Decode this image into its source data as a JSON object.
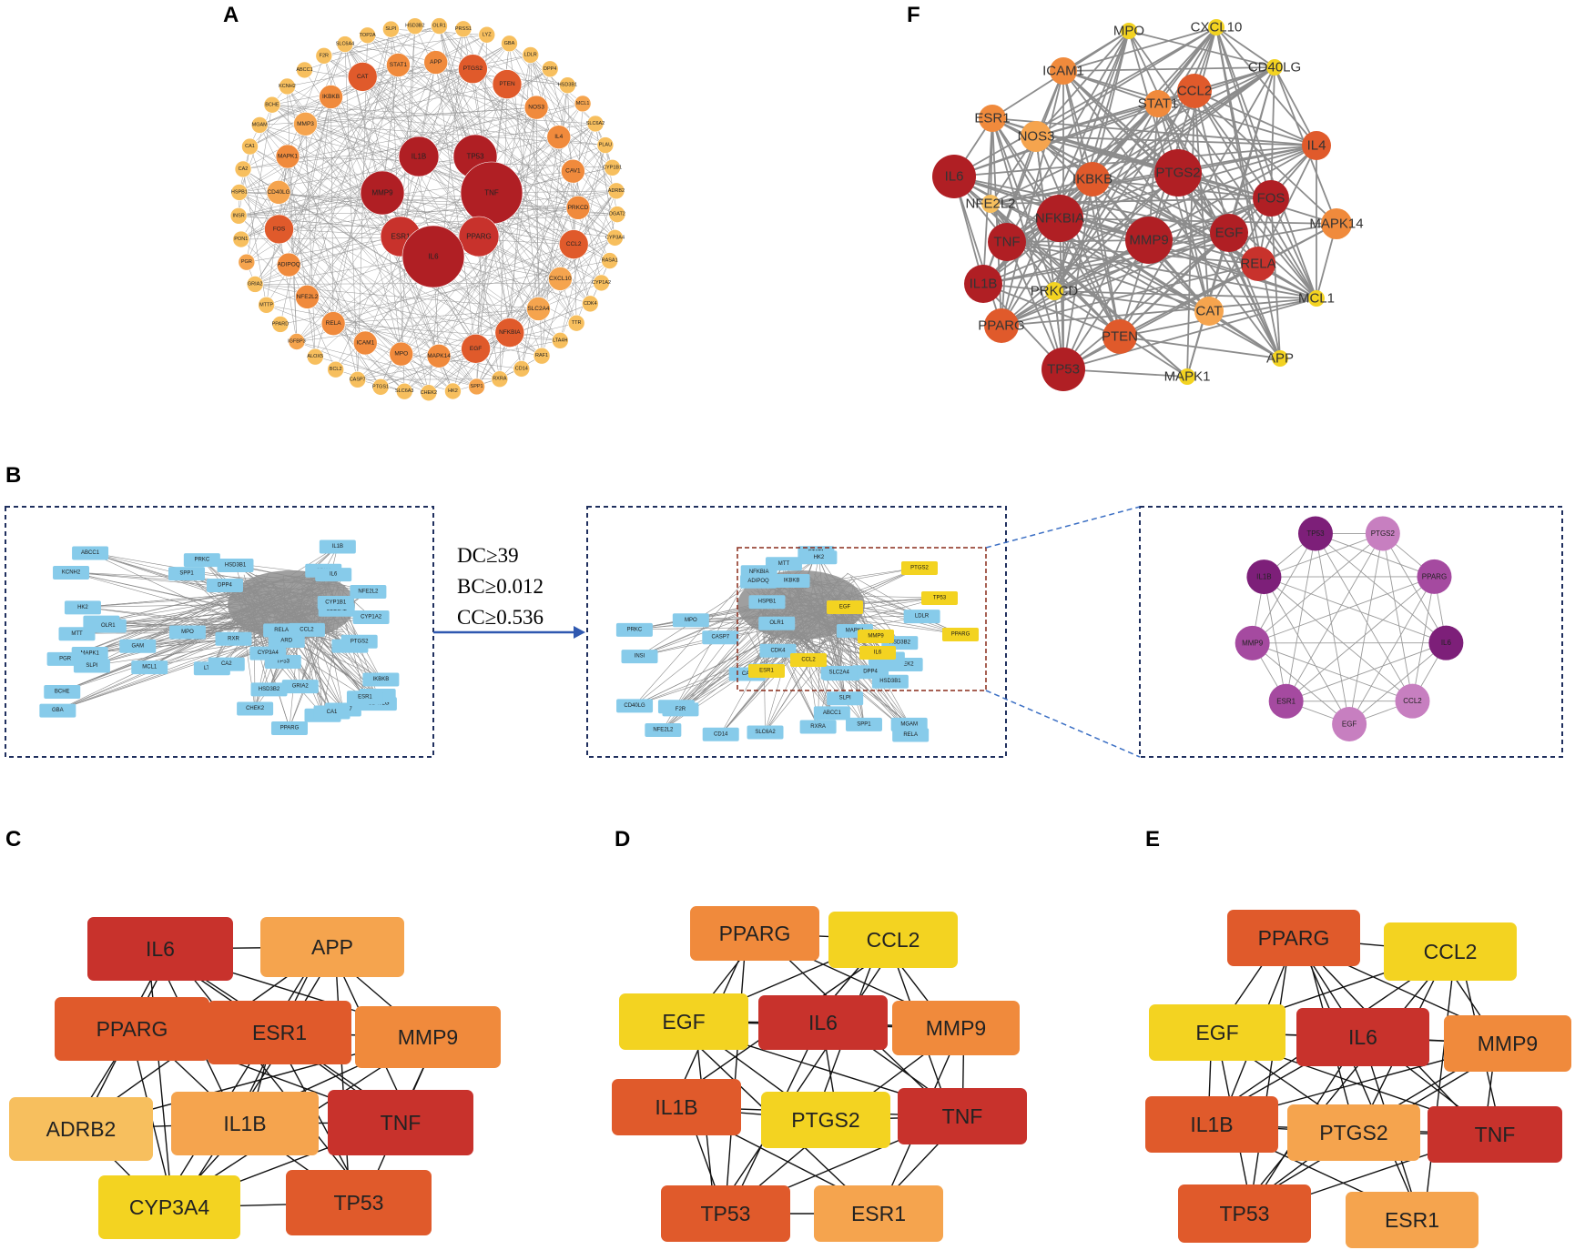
{
  "panel_letters": {
    "a": "A",
    "b": "B",
    "c": "C",
    "d": "D",
    "e": "E",
    "f": "F"
  },
  "colors": {
    "dark_red": "#b01f24",
    "red": "#c8322c",
    "orange_red": "#e05a2b",
    "orange": "#f08a3c",
    "light_orange": "#f5a44e",
    "pale_orange": "#f7bf5e",
    "yellow": "#f3d321",
    "box_blue": "#87cbea",
    "dashed_frame": "#1f2f5e",
    "purple_dark": "#7d1f79",
    "purple": "#a54aa0",
    "purple_light": "#c77fc0"
  },
  "panel_a": {
    "core": [
      {
        "label": "IL1B",
        "tier": "dark_red"
      },
      {
        "label": "TP53",
        "tier": "dark_red"
      },
      {
        "label": "MMP9",
        "tier": "dark_red"
      },
      {
        "label": "TNF",
        "tier": "dark_red"
      },
      {
        "label": "ESR1",
        "tier": "red"
      },
      {
        "label": "PPARG",
        "tier": "red"
      },
      {
        "label": "IL6",
        "tier": "dark_red"
      }
    ],
    "middle": [
      {
        "label": "CAT",
        "tier": "orange_red"
      },
      {
        "label": "STAT1",
        "tier": "orange"
      },
      {
        "label": "APP",
        "tier": "orange"
      },
      {
        "label": "PTGS2",
        "tier": "orange_red"
      },
      {
        "label": "PTEN",
        "tier": "orange_red"
      },
      {
        "label": "NOS3",
        "tier": "orange"
      },
      {
        "label": "IL4",
        "tier": "orange"
      },
      {
        "label": "CAV1",
        "tier": "orange"
      },
      {
        "label": "PRKCD",
        "tier": "orange"
      },
      {
        "label": "CCL2",
        "tier": "orange_red"
      },
      {
        "label": "CXCL10",
        "tier": "light_orange"
      },
      {
        "label": "SLC2A4",
        "tier": "light_orange"
      },
      {
        "label": "NFKBIA",
        "tier": "orange_red"
      },
      {
        "label": "EGF",
        "tier": "orange_red"
      },
      {
        "label": "MAPK14",
        "tier": "orange"
      },
      {
        "label": "MPO",
        "tier": "orange"
      },
      {
        "label": "ICAM1",
        "tier": "orange"
      },
      {
        "label": "RELA",
        "tier": "orange"
      },
      {
        "label": "NFE2L2",
        "tier": "orange"
      },
      {
        "label": "ADIPOQ",
        "tier": "orange"
      },
      {
        "label": "FOS",
        "tier": "orange_red"
      },
      {
        "label": "CD40LG",
        "tier": "light_orange"
      },
      {
        "label": "MAPK1",
        "tier": "orange"
      },
      {
        "label": "MMP3",
        "tier": "light_orange"
      },
      {
        "label": "IKBKB",
        "tier": "orange"
      }
    ],
    "outer": [
      {
        "label": "OLR1",
        "tier": "pale_orange"
      },
      {
        "label": "PRSS1",
        "tier": "pale_orange"
      },
      {
        "label": "LYZ",
        "tier": "pale_orange"
      },
      {
        "label": "GBA",
        "tier": "pale_orange"
      },
      {
        "label": "LDLR",
        "tier": "pale_orange"
      },
      {
        "label": "DPP4",
        "tier": "pale_orange"
      },
      {
        "label": "HSD3B1",
        "tier": "pale_orange"
      },
      {
        "label": "MCL1",
        "tier": "light_orange"
      },
      {
        "label": "SLC6A2",
        "tier": "pale_orange"
      },
      {
        "label": "PLAU",
        "tier": "pale_orange"
      },
      {
        "label": "CYP1B1",
        "tier": "pale_orange"
      },
      {
        "label": "ADRB2",
        "tier": "pale_orange"
      },
      {
        "label": "DGAT2",
        "tier": "pale_orange"
      },
      {
        "label": "CYP3A4",
        "tier": "pale_orange"
      },
      {
        "label": "RASA1",
        "tier": "pale_orange"
      },
      {
        "label": "CYP1A2",
        "tier": "pale_orange"
      },
      {
        "label": "CDK4",
        "tier": "pale_orange"
      },
      {
        "label": "TTR",
        "tier": "pale_orange"
      },
      {
        "label": "LTA4H",
        "tier": "pale_orange"
      },
      {
        "label": "RAF1",
        "tier": "pale_orange"
      },
      {
        "label": "CD14",
        "tier": "pale_orange"
      },
      {
        "label": "RXRA",
        "tier": "pale_orange"
      },
      {
        "label": "SPP1",
        "tier": "light_orange"
      },
      {
        "label": "HK2",
        "tier": "pale_orange"
      },
      {
        "label": "CHEK2",
        "tier": "pale_orange"
      },
      {
        "label": "SLC6A3",
        "tier": "pale_orange"
      },
      {
        "label": "PTGS1",
        "tier": "pale_orange"
      },
      {
        "label": "CASP7",
        "tier": "pale_orange"
      },
      {
        "label": "BCL2",
        "tier": "pale_orange"
      },
      {
        "label": "ALOX5",
        "tier": "pale_orange"
      },
      {
        "label": "IGFBP3",
        "tier": "light_orange"
      },
      {
        "label": "PPARD",
        "tier": "pale_orange"
      },
      {
        "label": "MTTP",
        "tier": "pale_orange"
      },
      {
        "label": "GRIA2",
        "tier": "pale_orange"
      },
      {
        "label": "PGR",
        "tier": "light_orange"
      },
      {
        "label": "PON1",
        "tier": "pale_orange"
      },
      {
        "label": "INSR",
        "tier": "pale_orange"
      },
      {
        "label": "HSPB1",
        "tier": "pale_orange"
      },
      {
        "label": "CA2",
        "tier": "pale_orange"
      },
      {
        "label": "CA1",
        "tier": "pale_orange"
      },
      {
        "label": "MGAM",
        "tier": "pale_orange"
      },
      {
        "label": "BCHE",
        "tier": "pale_orange"
      },
      {
        "label": "KCNH2",
        "tier": "pale_orange"
      },
      {
        "label": "ABCC1",
        "tier": "pale_orange"
      },
      {
        "label": "F2R",
        "tier": "pale_orange"
      },
      {
        "label": "SLC6A4",
        "tier": "pale_orange"
      },
      {
        "label": "TOP2A",
        "tier": "pale_orange"
      },
      {
        "label": "SLPI",
        "tier": "pale_orange"
      },
      {
        "label": "HSD3B2",
        "tier": "pale_orange"
      }
    ]
  },
  "panel_b": {
    "criteria": [
      "DC≥39",
      "BC≥0.012",
      "CC≥0.536"
    ],
    "left_boxes": [
      "CASP7",
      "CDK4",
      "LTA4H",
      "SLC6A2",
      "BCL2",
      "ARD",
      "MCL1",
      "RELA",
      "PTGS2",
      "MTT",
      "NFE2L2",
      "PRKC",
      "CHEK2",
      "ABCC1",
      "IL1B",
      "RXR",
      "MAPK1",
      "DPP4",
      "TP53",
      "IL6",
      "IKBKB",
      "GAM",
      "GRIA2",
      "CD40LG",
      "PGR",
      "MPO",
      "GBA",
      "IGFBP3",
      "PPARG",
      "EGF",
      "SLPI",
      "CYP1B1",
      "CD14",
      "BCHE",
      "CCL2",
      "ESR1",
      "KCNH2",
      "CA1",
      "HK2",
      "CYP3A4",
      "HSD3B2",
      "OLR1",
      "SPP1",
      "CYP1A2",
      "HSD3B1",
      "CA2"
    ],
    "middle_boxes": [
      "CDK4",
      "LTA4H",
      "SLC6A2",
      "BCL2",
      "PTEN",
      "RELA",
      "STAT1",
      "MTT",
      "NFE2L2",
      "PRKC",
      "CHEK2",
      "DPP4",
      "ABCC1",
      "MGAM",
      "CASP7",
      "INSI",
      "MAPK1",
      "NFKBIA",
      "IKBKB",
      "LDLR",
      "SLC2A4",
      "F2R",
      "CD40LG",
      "SPP1",
      "RXRA",
      "SLPI",
      "CD14",
      "HSPB1",
      "HK2",
      "ADIPOQ",
      "CAT",
      "MPO",
      "OLR1",
      "HSD3B2",
      "HSD3B1",
      "CA2"
    ],
    "highlighted": [
      "PTGS2",
      "EGF",
      "TP53",
      "MMP9",
      "IL6",
      "PPARG",
      "ESR1",
      "CCL2"
    ],
    "ring": [
      {
        "label": "TP53",
        "tier": "purple_dark"
      },
      {
        "label": "PTGS2",
        "tier": "purple_light"
      },
      {
        "label": "PPARG",
        "tier": "purple"
      },
      {
        "label": "IL6",
        "tier": "purple_dark"
      },
      {
        "label": "CCL2",
        "tier": "purple_light"
      },
      {
        "label": "EGF",
        "tier": "purple_light"
      },
      {
        "label": "ESR1",
        "tier": "purple"
      },
      {
        "label": "MMP9",
        "tier": "purple"
      },
      {
        "label": "IL1B",
        "tier": "purple_dark"
      }
    ]
  },
  "panel_c": [
    {
      "label": "IL6",
      "tier": "red"
    },
    {
      "label": "APP",
      "tier": "light_orange"
    },
    {
      "label": "PPARG",
      "tier": "orange_red"
    },
    {
      "label": "ESR1",
      "tier": "orange_red"
    },
    {
      "label": "MMP9",
      "tier": "orange"
    },
    {
      "label": "ADRB2",
      "tier": "pale_orange"
    },
    {
      "label": "IL1B",
      "tier": "light_orange"
    },
    {
      "label": "TNF",
      "tier": "red"
    },
    {
      "label": "CYP3A4",
      "tier": "yellow"
    },
    {
      "label": "TP53",
      "tier": "orange_red"
    }
  ],
  "panel_d": [
    {
      "label": "PPARG",
      "tier": "orange"
    },
    {
      "label": "CCL2",
      "tier": "yellow"
    },
    {
      "label": "EGF",
      "tier": "yellow"
    },
    {
      "label": "IL6",
      "tier": "red"
    },
    {
      "label": "MMP9",
      "tier": "orange"
    },
    {
      "label": "IL1B",
      "tier": "orange_red"
    },
    {
      "label": "PTGS2",
      "tier": "yellow"
    },
    {
      "label": "TNF",
      "tier": "red"
    },
    {
      "label": "TP53",
      "tier": "orange_red"
    },
    {
      "label": "ESR1",
      "tier": "light_orange"
    }
  ],
  "panel_e": [
    {
      "label": "PPARG",
      "tier": "orange_red"
    },
    {
      "label": "CCL2",
      "tier": "yellow"
    },
    {
      "label": "EGF",
      "tier": "yellow"
    },
    {
      "label": "IL6",
      "tier": "red"
    },
    {
      "label": "MMP9",
      "tier": "orange"
    },
    {
      "label": "IL1B",
      "tier": "orange_red"
    },
    {
      "label": "PTGS2",
      "tier": "light_orange"
    },
    {
      "label": "TNF",
      "tier": "red"
    },
    {
      "label": "TP53",
      "tier": "orange_red"
    },
    {
      "label": "ESR1",
      "tier": "light_orange"
    }
  ],
  "panel_f": [
    {
      "label": "MPO",
      "tier": "yellow"
    },
    {
      "label": "CXCL10",
      "tier": "yellow"
    },
    {
      "label": "ICAM1",
      "tier": "orange"
    },
    {
      "label": "CD40LG",
      "tier": "yellow"
    },
    {
      "label": "STAT1",
      "tier": "orange"
    },
    {
      "label": "CCL2",
      "tier": "orange_red"
    },
    {
      "label": "ESR1",
      "tier": "orange"
    },
    {
      "label": "NOS3",
      "tier": "light_orange"
    },
    {
      "label": "IL4",
      "tier": "orange_red"
    },
    {
      "label": "IL6",
      "tier": "dark_red"
    },
    {
      "label": "IKBKB",
      "tier": "orange_red"
    },
    {
      "label": "PTGS2",
      "tier": "dark_red"
    },
    {
      "label": "NFE2L2",
      "tier": "pale_orange"
    },
    {
      "label": "FOS",
      "tier": "dark_red"
    },
    {
      "label": "NFKBIA",
      "tier": "dark_red"
    },
    {
      "label": "EGF",
      "tier": "dark_red"
    },
    {
      "label": "MAPK14",
      "tier": "orange"
    },
    {
      "label": "TNF",
      "tier": "dark_red"
    },
    {
      "label": "MMP9",
      "tier": "dark_red"
    },
    {
      "label": "RELA",
      "tier": "red"
    },
    {
      "label": "IL1B",
      "tier": "dark_red"
    },
    {
      "label": "PRKCD",
      "tier": "yellow"
    },
    {
      "label": "MCL1",
      "tier": "yellow"
    },
    {
      "label": "CAT",
      "tier": "light_orange"
    },
    {
      "label": "PPARG",
      "tier": "orange_red"
    },
    {
      "label": "PTEN",
      "tier": "orange_red"
    },
    {
      "label": "TP53",
      "tier": "dark_red"
    },
    {
      "label": "APP",
      "tier": "yellow"
    },
    {
      "label": "MAPK1",
      "tier": "yellow"
    }
  ]
}
